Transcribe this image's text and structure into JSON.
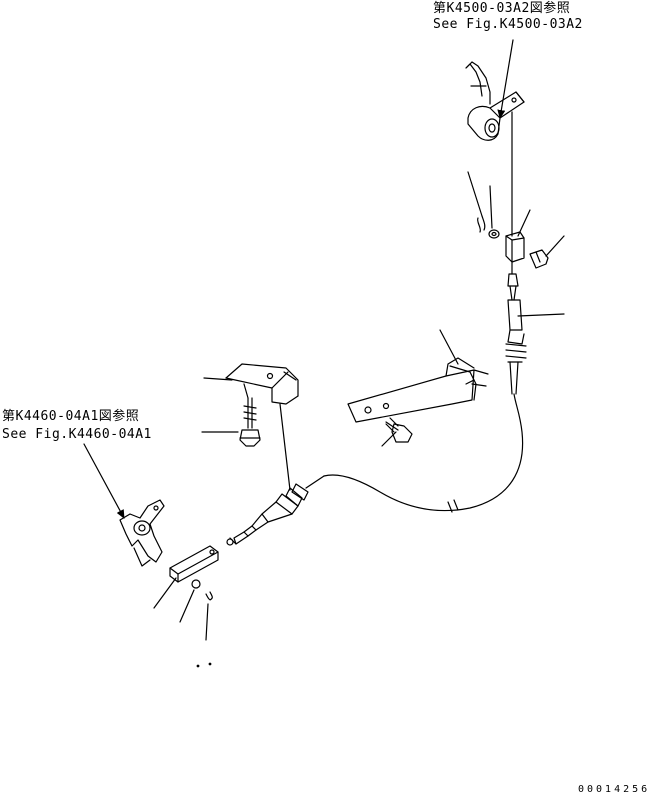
{
  "references": {
    "top_right": {
      "line_jp": "第K4500-03A2図参照",
      "line_en": "See Fig.K4500-03A2"
    },
    "left": {
      "line_jp": "第K4460-04A1図参照",
      "line_en": "See Fig.K4460-04A1"
    }
  },
  "document_id": "00014256"
}
